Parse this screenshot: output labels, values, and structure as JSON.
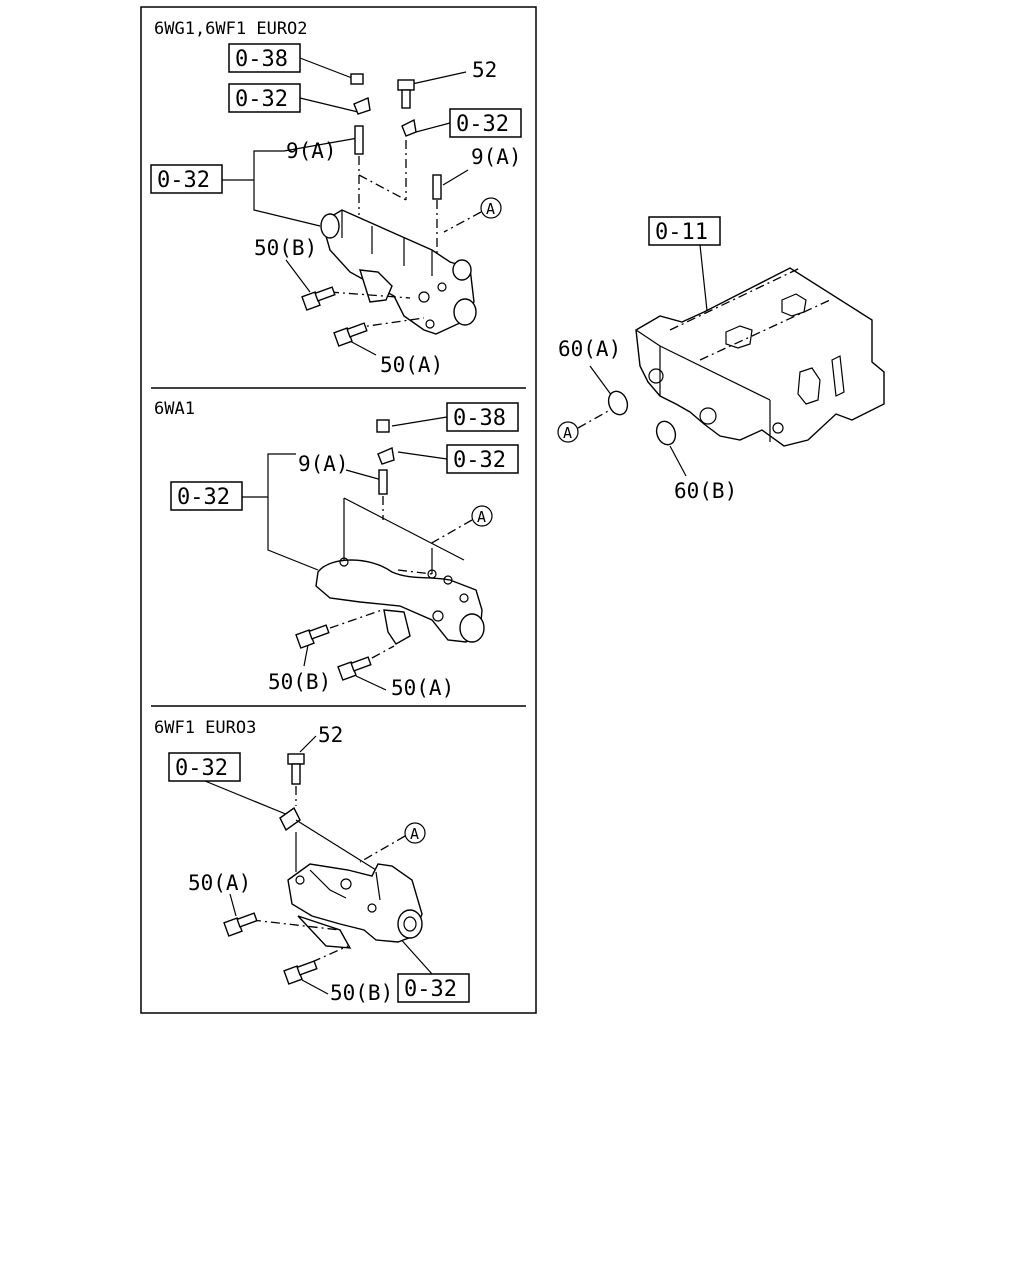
{
  "sections": [
    {
      "title": "6WG1,6WF1 EURO2",
      "refs": {
        "r1": "0-38",
        "r2": "0-32",
        "r3": "0-32",
        "r4": "0-32"
      },
      "labels": {
        "l52": "52",
        "l9a_left": "9(A)",
        "l9a_right": "9(A)",
        "l50b": "50(B)",
        "l50a": "50(A)",
        "circle": "A"
      }
    },
    {
      "title": "6WA1",
      "refs": {
        "r1": "0-38",
        "r2": "0-32",
        "r3": "0-32"
      },
      "labels": {
        "l9a": "9(A)",
        "l50b": "50(B)",
        "l50a": "50(A)",
        "circle": "A"
      }
    },
    {
      "title": "6WF1 EURO3",
      "refs": {
        "r1": "0-32",
        "r2": "0-32"
      },
      "labels": {
        "l52": "52",
        "l50a": "50(A)",
        "l50b": "50(B)",
        "circle": "A"
      }
    }
  ],
  "cylinder_head": {
    "ref": "0-11",
    "labels": {
      "l60a": "60(A)",
      "l60b": "60(B)",
      "circle": "A"
    }
  }
}
